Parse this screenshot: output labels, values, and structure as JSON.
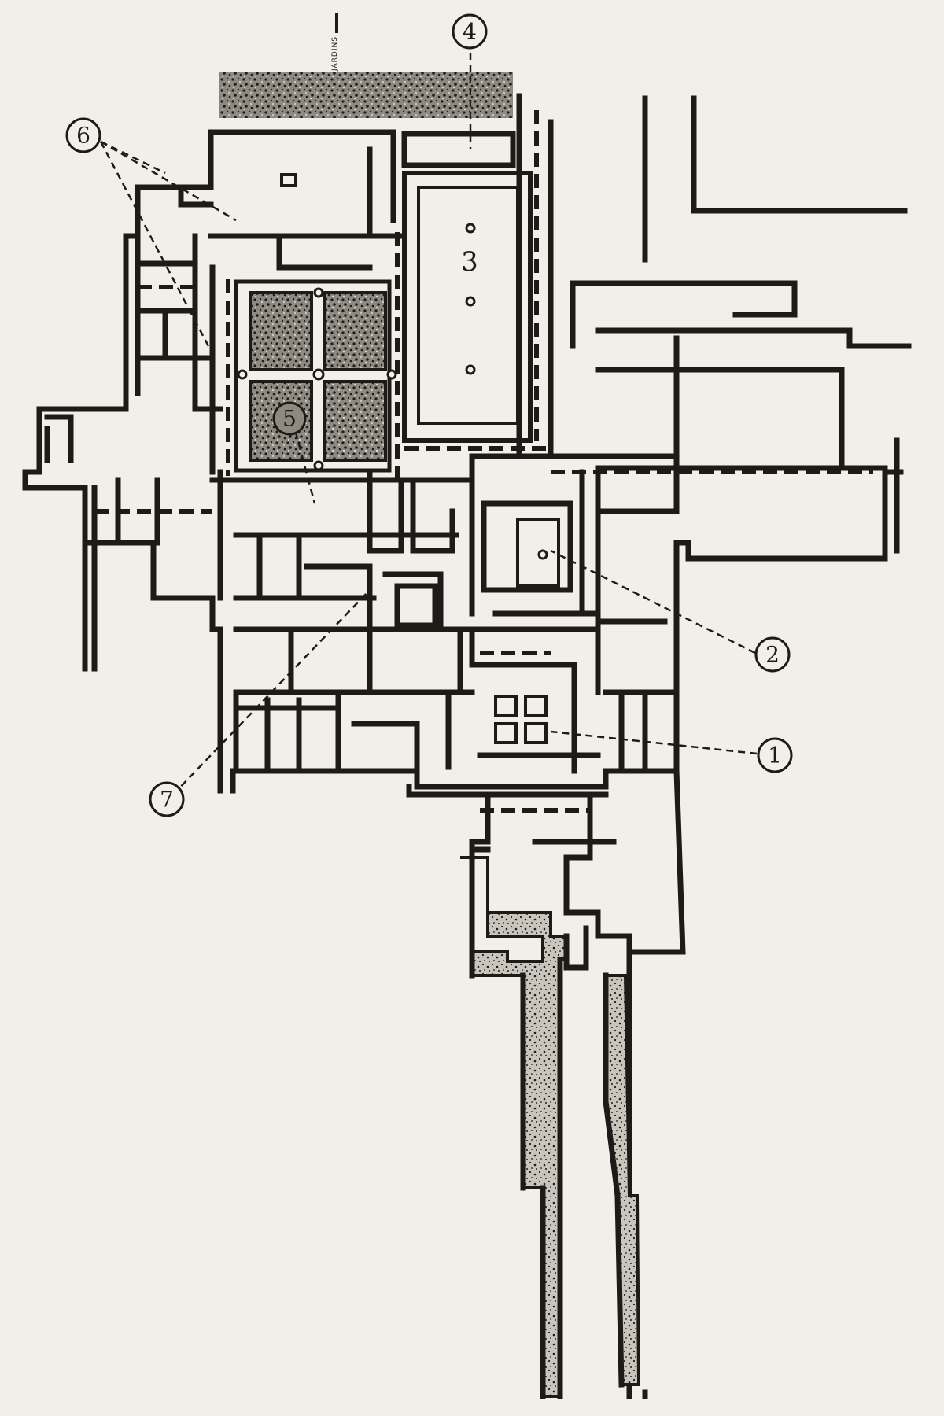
{
  "plan": {
    "garden_label": "JARDINS",
    "pool_label": "3",
    "markers": [
      {
        "id": "1",
        "label": "1"
      },
      {
        "id": "2",
        "label": "2"
      },
      {
        "id": "4",
        "label": "4"
      },
      {
        "id": "5",
        "label": "5"
      },
      {
        "id": "6",
        "label": "6"
      },
      {
        "id": "7",
        "label": "7"
      }
    ]
  }
}
